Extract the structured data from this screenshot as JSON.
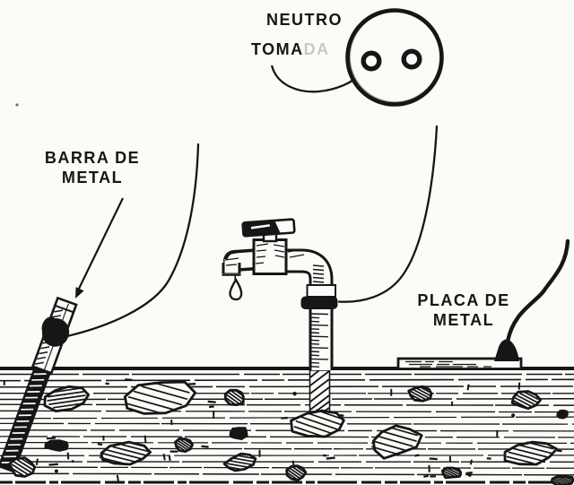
{
  "palette": {
    "paper": "#fbfbf8",
    "ink": "#161616"
  },
  "labels": {
    "neutro": "NEUTRO",
    "tomada": "TOMA",
    "tomada_faded": "DA",
    "barra_line1": "BARRA DE",
    "barra_line2": "METAL",
    "placa_line1": "PLACA DE",
    "placa_line2": "METAL"
  }
}
